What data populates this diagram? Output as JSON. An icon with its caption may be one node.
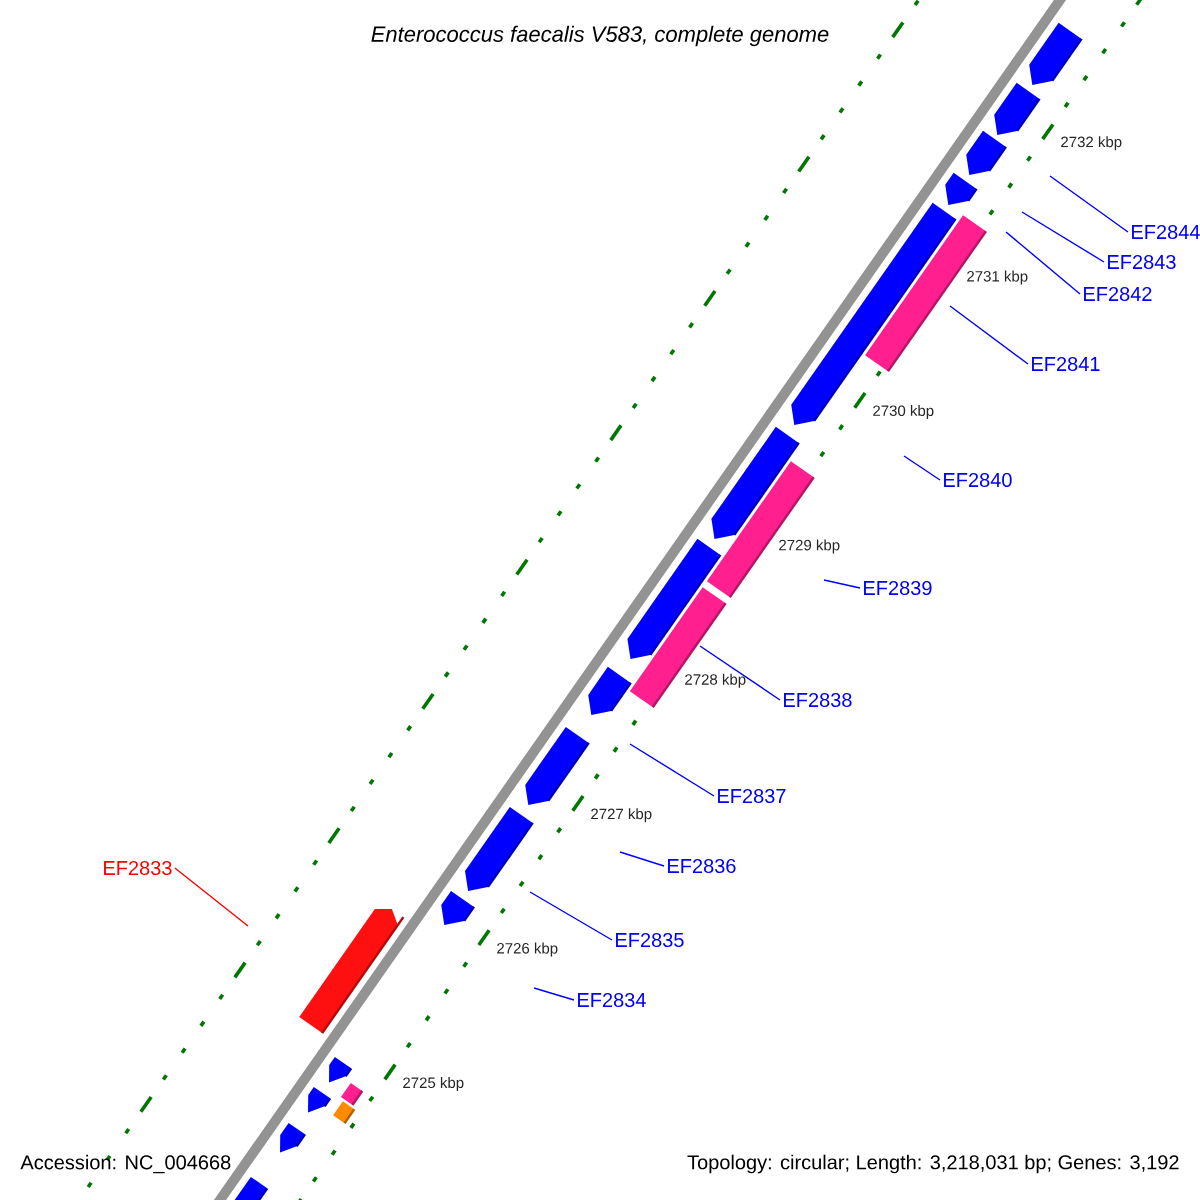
{
  "diagram": {
    "title": "Enterococcus faecalis V583, complete genome",
    "nodes": [
      {
        "text": [
          "EF2833"
        ]
      },
      {
        "text": [
          "EF2834"
        ]
      },
      {
        "text": [
          "EF2835"
        ]
      },
      {
        "text": [
          "EF2836"
        ]
      },
      {
        "text": [
          "EF2837"
        ]
      },
      {
        "text": [
          "EF2838"
        ]
      },
      {
        "text": [
          "EF2839"
        ]
      },
      {
        "text": [
          "EF2840"
        ]
      },
      {
        "text": [
          "EF2841"
        ]
      },
      {
        "text": [
          "EF2842"
        ]
      },
      {
        "text": [
          "EF2843"
        ]
      },
      {
        "text": [
          "EF2844"
        ]
      }
    ],
    "edges": [
      {
        "from": 0,
        "to": null,
        "arrow": "none",
        "color": "#ff0000"
      },
      {
        "from": 1,
        "to": null,
        "arrow": "none"
      },
      {
        "from": 2,
        "to": null,
        "arrow": "none"
      },
      {
        "from": 3,
        "to": null,
        "arrow": "none"
      },
      {
        "from": 4,
        "to": null,
        "arrow": "none"
      },
      {
        "from": 5,
        "to": null,
        "arrow": "none"
      },
      {
        "from": 6,
        "to": null,
        "arrow": "none"
      },
      {
        "from": 7,
        "to": null,
        "arrow": "none"
      },
      {
        "from": 8,
        "to": null,
        "arrow": "none"
      },
      {
        "from": 9,
        "to": null,
        "arrow": "none"
      },
      {
        "from": 10,
        "to": null,
        "arrow": "none"
      },
      {
        "from": 11,
        "to": null,
        "arrow": "none"
      }
    ],
    "labels": [
      "2725 kbp",
      "2726 kbp",
      "2727 kbp",
      "2728 kbp",
      "2729 kbp",
      "2730 kbp",
      "2731 kbp",
      "2732 kbp",
      "Accession: NC_004668",
      "Topology: circular; Length: 3,218,031 bp; Genes: 3,192"
    ]
  }
}
